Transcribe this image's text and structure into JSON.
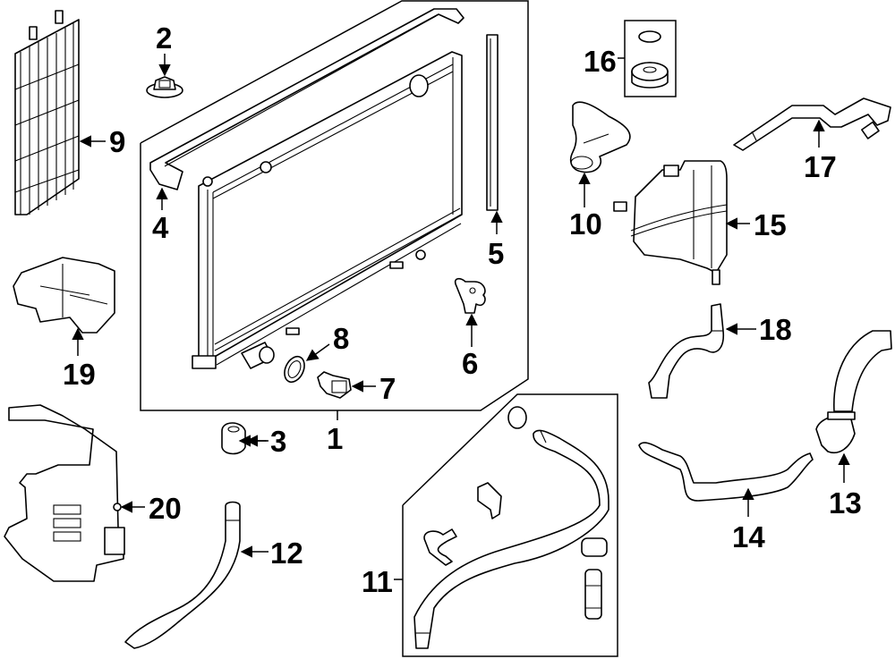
{
  "diagram": {
    "title": "Radiator & Components exploded parts diagram",
    "callouts": [
      {
        "id": "1",
        "part": "radiator-assembly"
      },
      {
        "id": "2",
        "part": "nut"
      },
      {
        "id": "3",
        "part": "lower-mount-insulator"
      },
      {
        "id": "4",
        "part": "upper-seal"
      },
      {
        "id": "5",
        "part": "side-seal"
      },
      {
        "id": "6",
        "part": "drain-plug"
      },
      {
        "id": "7",
        "part": "temperature-switch"
      },
      {
        "id": "8",
        "part": "o-ring"
      },
      {
        "id": "9",
        "part": "air-deflector"
      },
      {
        "id": "10",
        "part": "upper-hose"
      },
      {
        "id": "11",
        "part": "lower-hose-kit"
      },
      {
        "id": "12",
        "part": "overflow-hose"
      },
      {
        "id": "13",
        "part": "bypass-hose"
      },
      {
        "id": "14",
        "part": "heater-hose"
      },
      {
        "id": "15",
        "part": "reservoir"
      },
      {
        "id": "16",
        "part": "reservoir-cap"
      },
      {
        "id": "17",
        "part": "hose"
      },
      {
        "id": "18",
        "part": "hose"
      },
      {
        "id": "19",
        "part": "lower-bracket"
      },
      {
        "id": "20",
        "part": "air-guide"
      }
    ]
  }
}
